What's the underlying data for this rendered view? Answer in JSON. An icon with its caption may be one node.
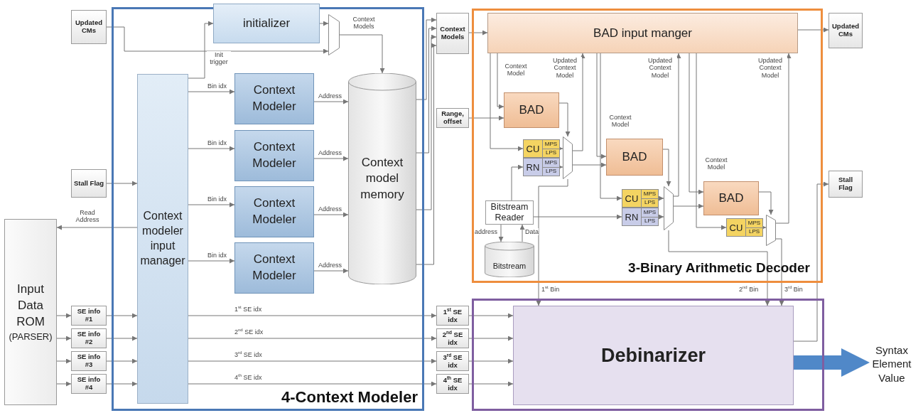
{
  "diagram": {
    "nodes": [
      {
        "text": [
          "Updated CMs"
        ]
      },
      {
        "text": [
          "4-Context Modeler"
        ]
      },
      {
        "text": [
          "initializer"
        ]
      },
      {
        "text": [
          "Context modeler input manager"
        ],
        "in": 1
      },
      {
        "text": [
          "Context Modeler"
        ],
        "in": 1
      },
      {
        "text": [
          "Context Modeler"
        ],
        "in": 1
      },
      {
        "text": [
          "Context Modeler"
        ],
        "in": 1
      },
      {
        "text": [
          "Context Modeler"
        ],
        "in": 1
      },
      {
        "text": [
          "Context model memory"
        ],
        "in": 1
      },
      {
        "text": [],
        "shape": "trapezoid",
        "in": 1
      },
      {
        "text": [
          "Context Models"
        ]
      },
      {
        "text": [
          "Range, offset"
        ]
      },
      {
        "text": [
          "Stall Flag"
        ]
      },
      {
        "text": [
          "Input Data ROM",
          "(PARSER)"
        ]
      },
      {
        "text": [
          "SE info #1"
        ]
      },
      {
        "text": [
          "SE info #2"
        ]
      },
      {
        "text": [
          "SE info #3"
        ]
      },
      {
        "text": [
          "SE info #4"
        ]
      },
      {
        "text": [
          "1$^{st}$ SE idx"
        ]
      },
      {
        "text": [
          "2$^{nd}$ SE idx"
        ]
      },
      {
        "text": [
          "3$^{rd}$ SE idx"
        ]
      },
      {
        "text": [
          "4$^{th}$ SE idx"
        ]
      },
      {
        "text": [
          "3-Binary Arithmetic Decoder"
        ]
      },
      {
        "text": [
          "BAD input manger"
        ],
        "in": 22
      },
      {
        "text": [
          "BAD"
        ],
        "in": 22
      },
      {
        "text": [
          "CU",
          "MPS",
          "LPS"
        ],
        "in": 22
      },
      {
        "text": [
          "RN",
          "MPS",
          "LPS"
        ],
        "in": 22
      },
      {
        "text": [],
        "shape": "trapezoid",
        "in": 22
      },
      {
        "text": [
          "BAD"
        ],
        "in": 22
      },
      {
        "text": [
          "CU",
          "MPS",
          "LPS"
        ],
        "in": 22
      },
      {
        "text": [
          "RN",
          "MPS",
          "LPS"
        ],
        "in": 22
      },
      {
        "text": [],
        "shape": "trapezoid",
        "in": 22
      },
      {
        "text": [
          "BAD"
        ],
        "in": 22
      },
      {
        "text": [
          "CU",
          "MPS",
          "LPS"
        ],
        "in": 22
      },
      {
        "text": [],
        "shape": "trapezoid",
        "in": 22
      },
      {
        "text": [
          "Bitstream Reader"
        ],
        "in": 22
      },
      {
        "text": [
          "Bitstream"
        ],
        "in": 22
      },
      {
        "text": [
          "Updated CMs"
        ]
      },
      {
        "text": [
          "Stall Flag"
        ]
      },
      {
        "text": [],
        "shape": "box"
      },
      {
        "text": [
          "Debinarizer"
        ],
        "in": 39
      },
      {
        "text": [
          "Syntax Element Value"
        ]
      }
    ],
    "edges": [
      {
        "from": 13,
        "to": 14,
        "arrow": "to"
      },
      {
        "from": 13,
        "to": 15,
        "arrow": "to"
      },
      {
        "from": 13,
        "to": 16,
        "arrow": "to"
      },
      {
        "from": 13,
        "to": 17,
        "arrow": "to"
      },
      {
        "from": 14,
        "to": 3,
        "arrow": "to"
      },
      {
        "from": 15,
        "to": 3,
        "arrow": "to"
      },
      {
        "from": 16,
        "to": 3,
        "arrow": "to"
      },
      {
        "from": 17,
        "to": 3,
        "arrow": "to"
      },
      {
        "from": 12,
        "to": 3,
        "arrow": "to"
      },
      {
        "from": 3,
        "to": 13,
        "arrow": "to",
        "label": "Read Address"
      },
      {
        "from": 0,
        "to": 9,
        "arrow": "to"
      },
      {
        "from": 3,
        "to": 2,
        "arrow": "to",
        "label": "Init trigger"
      },
      {
        "from": 2,
        "to": 9,
        "arrow": "to"
      },
      {
        "from": 9,
        "to": 8,
        "arrow": "to",
        "label": "Context Models"
      },
      {
        "from": 3,
        "to": 4,
        "arrow": "to",
        "label": "Bin idx"
      },
      {
        "from": 3,
        "to": 5,
        "arrow": "to",
        "label": "Bin idx"
      },
      {
        "from": 3,
        "to": 6,
        "arrow": "to",
        "label": "Bin idx"
      },
      {
        "from": 3,
        "to": 7,
        "arrow": "to",
        "label": "Bin idx"
      },
      {
        "from": 4,
        "to": 8,
        "arrow": "to",
        "label": "Address"
      },
      {
        "from": 5,
        "to": 8,
        "arrow": "to",
        "label": "Address"
      },
      {
        "from": 6,
        "to": 8,
        "arrow": "to",
        "label": "Address"
      },
      {
        "from": 7,
        "to": 8,
        "arrow": "to",
        "label": "Address"
      },
      {
        "from": 8,
        "to": 10,
        "arrow": "to"
      },
      {
        "from": 8,
        "to": 10,
        "arrow": "to"
      },
      {
        "from": 8,
        "to": 10,
        "arrow": "to"
      },
      {
        "from": 8,
        "to": 10,
        "arrow": "to"
      },
      {
        "from": 3,
        "to": 18,
        "arrow": "to",
        "label": "1$^{st}$ SE idx"
      },
      {
        "from": 3,
        "to": 19,
        "arrow": "to",
        "label": "2$^{nd}$ SE idx"
      },
      {
        "from": 3,
        "to": 20,
        "arrow": "to",
        "label": "3$^{rd}$ SE idx"
      },
      {
        "from": 3,
        "to": 21,
        "arrow": "to",
        "label": "4$^{th}$ SE idx"
      },
      {
        "from": 18,
        "to": 40,
        "arrow": "to"
      },
      {
        "from": 19,
        "to": 40,
        "arrow": "to"
      },
      {
        "from": 20,
        "to": 40,
        "arrow": "to"
      },
      {
        "from": 21,
        "to": 40,
        "arrow": "to"
      },
      {
        "from": 10,
        "to": 23,
        "arrow": "to"
      },
      {
        "from": 23,
        "to": 37,
        "arrow": "to"
      },
      {
        "from": 11,
        "to": 24,
        "arrow": "to"
      },
      {
        "from": 23,
        "to": 24,
        "arrow": "to",
        "label": "Context Model"
      },
      {
        "from": 23,
        "to": 28,
        "arrow": "to",
        "label": "Context Model"
      },
      {
        "from": 23,
        "to": 32,
        "arrow": "to",
        "label": "Context Model"
      },
      {
        "from": 27,
        "to": 23,
        "arrow": "to",
        "label": "Updated Context Model"
      },
      {
        "from": 31,
        "to": 23,
        "arrow": "to",
        "label": "Updated Context Model"
      },
      {
        "from": 34,
        "to": 23,
        "arrow": "to",
        "label": "Updated Context Model"
      },
      {
        "from": 24,
        "to": 27,
        "arrow": "to"
      },
      {
        "from": 25,
        "to": 27,
        "arrow": "to"
      },
      {
        "from": 26,
        "to": 27,
        "arrow": "to"
      },
      {
        "from": 27,
        "to": 28,
        "arrow": "to"
      },
      {
        "from": 28,
        "to": 31,
        "arrow": "to"
      },
      {
        "from": 29,
        "to": 31,
        "arrow": "to"
      },
      {
        "from": 30,
        "to": 31,
        "arrow": "to"
      },
      {
        "from": 31,
        "to": 32,
        "arrow": "to"
      },
      {
        "from": 32,
        "to": 34,
        "arrow": "to"
      },
      {
        "from": 33,
        "to": 34,
        "arrow": "to"
      },
      {
        "from": 23,
        "to": 25,
        "arrow": "to"
      },
      {
        "from": 35,
        "to": 26,
        "arrow": "to"
      },
      {
        "from": 35,
        "to": 30,
        "arrow": "to"
      },
      {
        "from": 35,
        "to": 36,
        "arrow": "to",
        "label": "address"
      },
      {
        "from": 36,
        "to": 35,
        "arrow": "to",
        "label": "Data"
      },
      {
        "from": 27,
        "to": 40,
        "arrow": "to",
        "label": "1$^{st}$ Bin"
      },
      {
        "from": 31,
        "to": 40,
        "arrow": "to",
        "label": "2$^{nd}$ Bin"
      },
      {
        "from": 34,
        "to": 40,
        "arrow": "to",
        "label": "3$^{rd}$ Bin"
      },
      {
        "from": 40,
        "to": 38,
        "arrow": "to"
      },
      {
        "from": 40,
        "to": 41,
        "arrow": "to",
        "style": "thick",
        "color": "#5088c8"
      },
      {
        "from": 23,
        "to": 29,
        "arrow": "to"
      },
      {
        "from": 23,
        "to": 33,
        "arrow": "to"
      }
    ]
  }
}
